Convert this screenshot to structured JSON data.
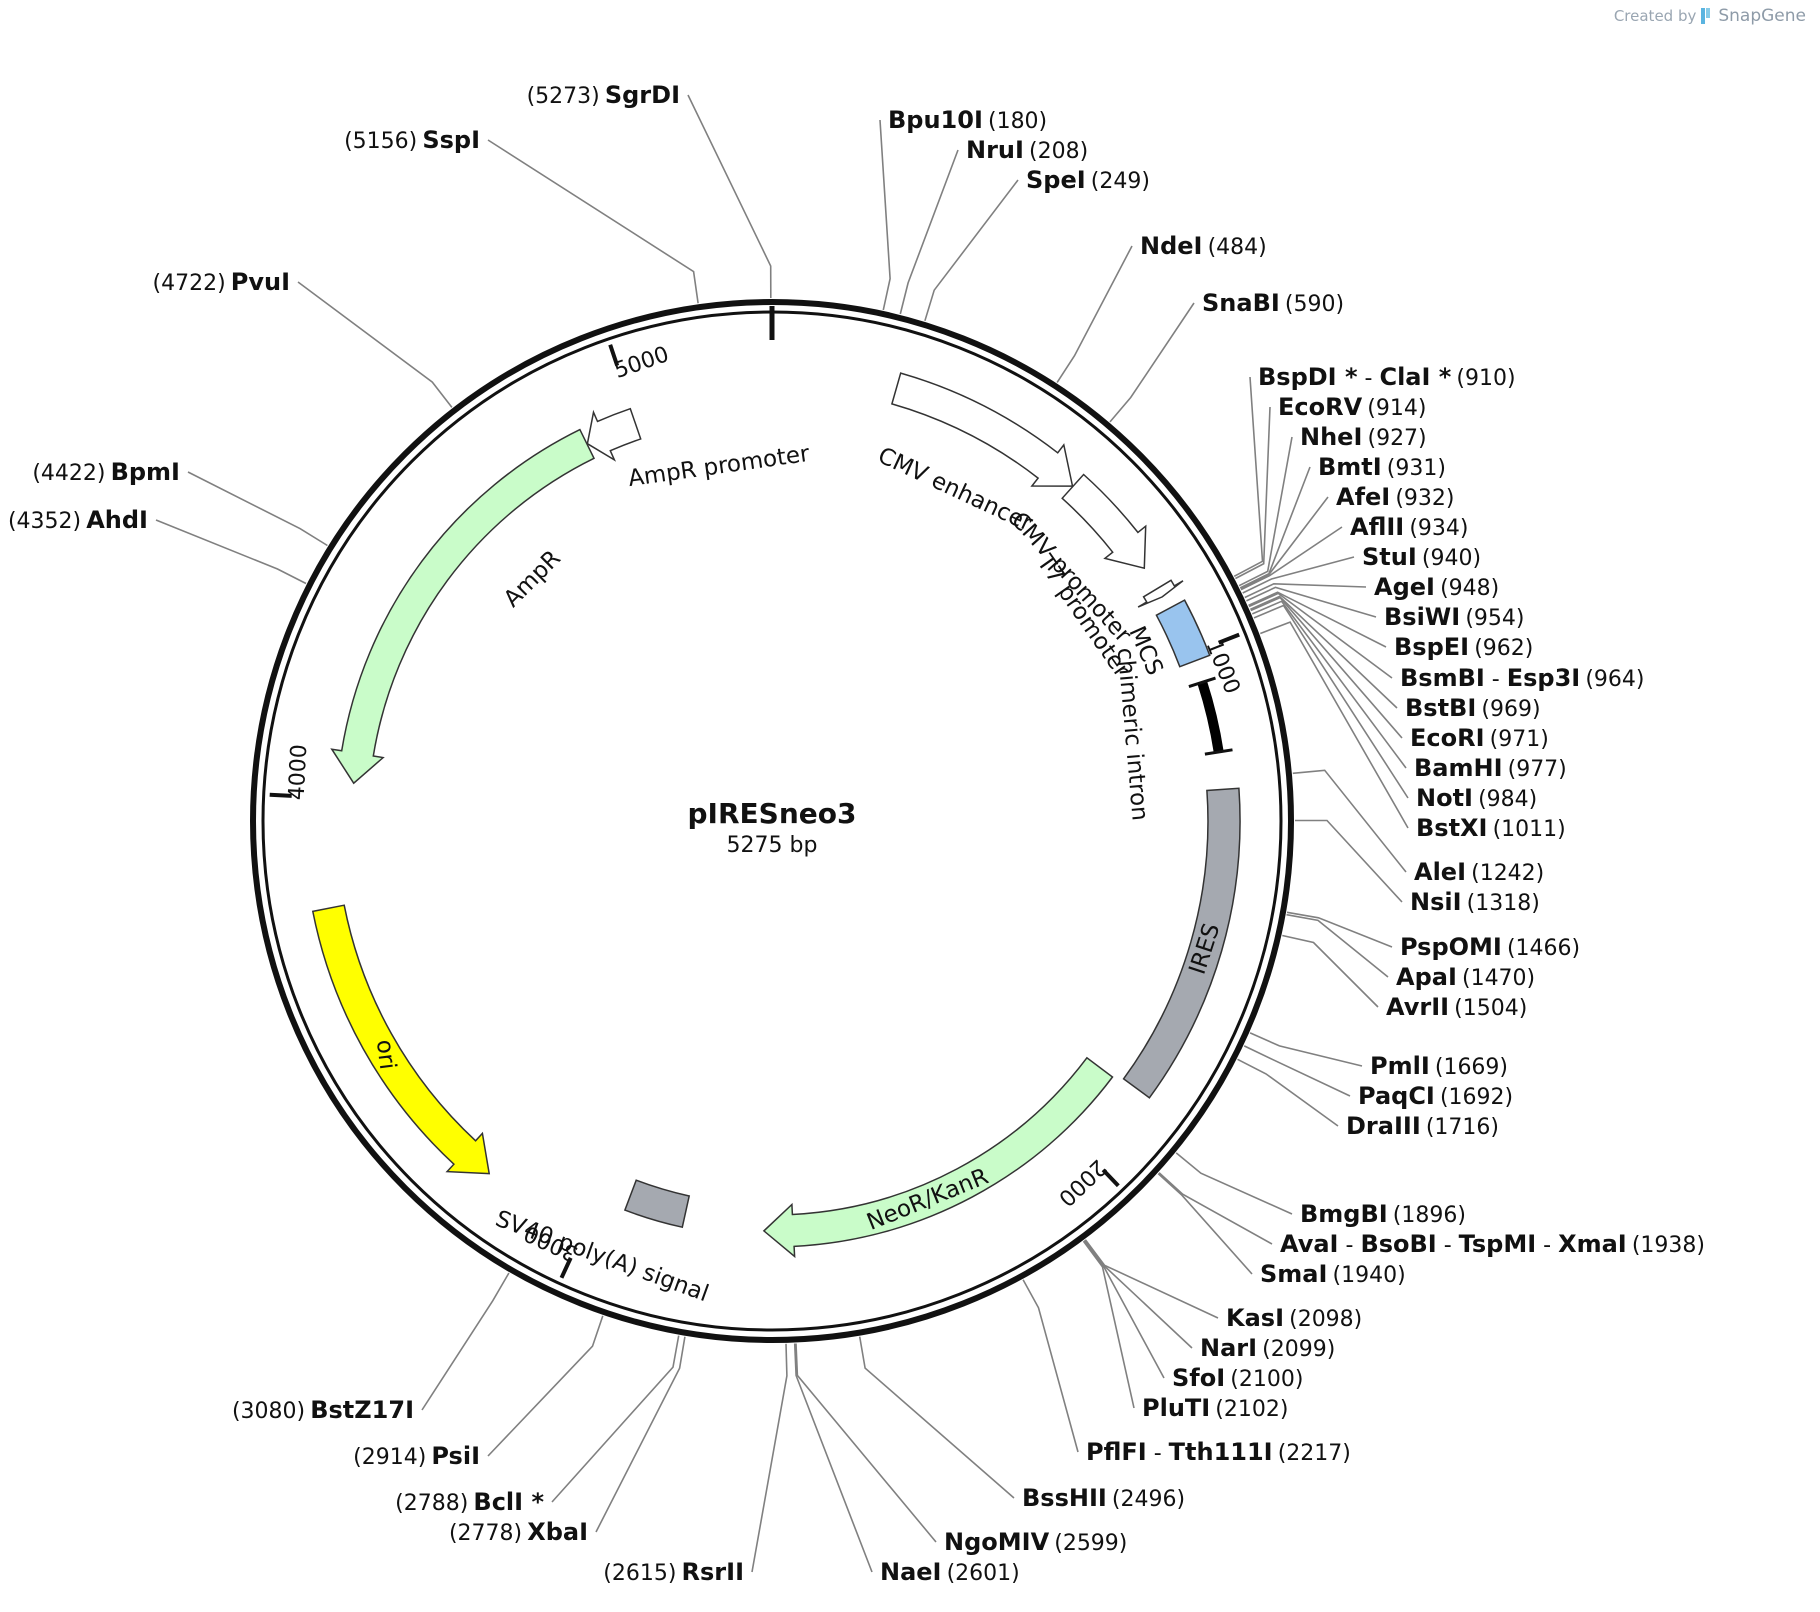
{
  "credit": {
    "prefix": "Created by",
    "brand": "SnapGene"
  },
  "plasmid": {
    "name": "pIRESneo3",
    "size_label": "5275 bp",
    "length": 5275
  },
  "ticks": [
    {
      "pos": 1000,
      "label": "1000"
    },
    {
      "pos": 2000,
      "label": "2000"
    },
    {
      "pos": 3000,
      "label": "3000"
    },
    {
      "pos": 4000,
      "label": "4000"
    },
    {
      "pos": 5000,
      "label": "5000"
    }
  ],
  "features": [
    {
      "id": "cmv-enhancer",
      "label": "CMV enhancer",
      "start": 235,
      "end": 614,
      "dir": "fwd",
      "color": "#ffffff",
      "kind": "arrow"
    },
    {
      "id": "cmv-promoter",
      "label": "CMV promoter",
      "start": 615,
      "end": 818,
      "dir": "fwd",
      "color": "#ffffff",
      "kind": "arrow"
    },
    {
      "id": "t7-promoter",
      "label": "T7 promoter",
      "start": 863,
      "end": 881,
      "dir": "fwd",
      "color": "#ffffff",
      "kind": "arrow"
    },
    {
      "id": "mcs",
      "label": "MCS",
      "start": 906,
      "end": 1015,
      "dir": "none",
      "color": "#99c4ee",
      "kind": "box"
    },
    {
      "id": "chimeric-intron",
      "label": "chimeric intron",
      "start": 1057,
      "end": 1190,
      "dir": "none",
      "color": "#000000",
      "kind": "bar"
    },
    {
      "id": "ires",
      "label": "IRES",
      "start": 1260,
      "end": 1850,
      "dir": "none",
      "color": "#a5a9b0",
      "kind": "box"
    },
    {
      "id": "neor",
      "label": "NeoR/KanR",
      "start": 1860,
      "end": 2654,
      "dir": "fwd",
      "color": "#c9fcc9",
      "kind": "arrow"
    },
    {
      "id": "sv40",
      "label": "SV40 poly(A) signal",
      "start": 2820,
      "end": 2941,
      "dir": "none",
      "color": "#a5a9b0",
      "kind": "box"
    },
    {
      "id": "ori",
      "label": "ori",
      "start": 3205,
      "end": 3793,
      "dir": "rev",
      "color": "#ffff00",
      "kind": "arrow"
    },
    {
      "id": "ampr",
      "label": "AmpR",
      "start": 4032,
      "end": 4892,
      "dir": "rev",
      "color": "#c9fcc9",
      "kind": "arrow"
    },
    {
      "id": "ampr-promoter",
      "label": "AmpR promoter",
      "start": 4893,
      "end": 4997,
      "dir": "rev",
      "color": "#ffffff",
      "kind": "arrow"
    }
  ],
  "sites": [
    {
      "name": "SgrDI",
      "pos": 5273,
      "pos_label": "(5273)",
      "side": "left",
      "color": "#111111"
    },
    {
      "name": "SspI",
      "pos": 5156,
      "pos_label": "(5156)",
      "side": "left",
      "color": "#111111"
    },
    {
      "name": "PvuI",
      "pos": 4722,
      "pos_label": "(4722)",
      "side": "left",
      "color": "#111111"
    },
    {
      "name": "BpmI",
      "pos": 4422,
      "pos_label": "(4422)",
      "side": "left",
      "color": "#111111"
    },
    {
      "name": "AhdI",
      "pos": 4352,
      "pos_label": "(4352)",
      "side": "left",
      "color": "#111111"
    },
    {
      "name": "Bpu10I",
      "pos": 180,
      "pos_label": "(180)",
      "side": "right",
      "color": "#111111"
    },
    {
      "name": "NruI",
      "pos": 208,
      "pos_label": "(208)",
      "side": "right",
      "color": "#111111"
    },
    {
      "name": "SpeI",
      "pos": 249,
      "pos_label": "(249)",
      "side": "right",
      "color": "#111111"
    },
    {
      "name": "NdeI",
      "pos": 484,
      "pos_label": "(484)",
      "side": "right",
      "color": "#111111"
    },
    {
      "name": "SnaBI",
      "pos": 590,
      "pos_label": "(590)",
      "side": "right",
      "color": "#111111"
    },
    {
      "name": "BspDI *",
      "name2": "ClaI *",
      "pos": 910,
      "pos_label": "(910)",
      "side": "right",
      "color": "#8a8a8a"
    },
    {
      "name": "EcoRV",
      "pos": 914,
      "pos_label": "(914)",
      "side": "right",
      "color": "#111111"
    },
    {
      "name": "NheI",
      "pos": 927,
      "pos_label": "(927)",
      "side": "right",
      "color": "#111111"
    },
    {
      "name": "BmtI",
      "pos": 931,
      "pos_label": "(931)",
      "side": "right",
      "color": "#111111"
    },
    {
      "name": "AfeI",
      "pos": 932,
      "pos_label": "(932)",
      "side": "right",
      "color": "#111111"
    },
    {
      "name": "AflII",
      "pos": 934,
      "pos_label": "(934)",
      "side": "right",
      "color": "#111111"
    },
    {
      "name": "StuI",
      "pos": 940,
      "pos_label": "(940)",
      "side": "right",
      "color": "#111111"
    },
    {
      "name": "AgeI",
      "pos": 948,
      "pos_label": "(948)",
      "side": "right",
      "color": "#111111"
    },
    {
      "name": "BsiWI",
      "pos": 954,
      "pos_label": "(954)",
      "side": "right",
      "color": "#111111"
    },
    {
      "name": "BspEI",
      "pos": 962,
      "pos_label": "(962)",
      "side": "right",
      "color": "#111111"
    },
    {
      "name": "BsmBI",
      "name2": "Esp3I",
      "pos": 964,
      "pos_label": "(964)",
      "side": "right",
      "color": "#111111"
    },
    {
      "name": "BstBI",
      "pos": 969,
      "pos_label": "(969)",
      "side": "right",
      "color": "#111111"
    },
    {
      "name": "EcoRI",
      "pos": 971,
      "pos_label": "(971)",
      "side": "right",
      "color": "#111111"
    },
    {
      "name": "BamHI",
      "pos": 977,
      "pos_label": "(977)",
      "side": "right",
      "color": "#111111"
    },
    {
      "name": "NotI",
      "pos": 984,
      "pos_label": "(984)",
      "side": "right",
      "color": "#111111"
    },
    {
      "name": "BstXI",
      "pos": 1011,
      "pos_label": "(1011)",
      "side": "right",
      "color": "#111111"
    },
    {
      "name": "AleI",
      "pos": 1242,
      "pos_label": "(1242)",
      "side": "right",
      "color": "#111111"
    },
    {
      "name": "NsiI",
      "pos": 1318,
      "pos_label": "(1318)",
      "side": "right",
      "color": "#111111"
    },
    {
      "name": "PspOMI",
      "pos": 1466,
      "pos_label": "(1466)",
      "side": "right",
      "color": "#111111"
    },
    {
      "name": "ApaI",
      "pos": 1470,
      "pos_label": "(1470)",
      "side": "right",
      "color": "#111111"
    },
    {
      "name": "AvrII",
      "pos": 1504,
      "pos_label": "(1504)",
      "side": "right",
      "color": "#111111"
    },
    {
      "name": "PmlI",
      "pos": 1669,
      "pos_label": "(1669)",
      "side": "right",
      "color": "#111111"
    },
    {
      "name": "PaqCI",
      "pos": 1692,
      "pos_label": "(1692)",
      "side": "right",
      "color": "#111111"
    },
    {
      "name": "DraIII",
      "pos": 1716,
      "pos_label": "(1716)",
      "side": "right",
      "color": "#111111"
    },
    {
      "name": "BmgBI",
      "pos": 1896,
      "pos_label": "(1896)",
      "side": "right",
      "color": "#111111"
    },
    {
      "name": "AvaI",
      "name2": "BsoBI",
      "name3": "TspMI",
      "name4": "XmaI",
      "pos": 1938,
      "pos_label": "(1938)",
      "side": "right",
      "color": "#111111"
    },
    {
      "name": "SmaI",
      "pos": 1940,
      "pos_label": "(1940)",
      "side": "right",
      "color": "#111111"
    },
    {
      "name": "KasI",
      "pos": 2098,
      "pos_label": "(2098)",
      "side": "right",
      "color": "#111111"
    },
    {
      "name": "NarI",
      "pos": 2099,
      "pos_label": "(2099)",
      "side": "right",
      "color": "#111111"
    },
    {
      "name": "SfoI",
      "pos": 2100,
      "pos_label": "(2100)",
      "side": "right",
      "color": "#111111"
    },
    {
      "name": "PluTI",
      "pos": 2102,
      "pos_label": "(2102)",
      "side": "right",
      "color": "#111111"
    },
    {
      "name": "PflFI",
      "name2": "Tth111I",
      "pos": 2217,
      "pos_label": "(2217)",
      "side": "right",
      "color": "#111111"
    },
    {
      "name": "BssHII",
      "pos": 2496,
      "pos_label": "(2496)",
      "side": "right",
      "color": "#111111"
    },
    {
      "name": "NgoMIV",
      "pos": 2599,
      "pos_label": "(2599)",
      "side": "right",
      "color": "#111111"
    },
    {
      "name": "NaeI",
      "pos": 2601,
      "pos_label": "(2601)",
      "side": "right",
      "color": "#111111"
    },
    {
      "name": "RsrII",
      "pos": 2615,
      "pos_label": "(2615)",
      "side": "left",
      "color": "#111111"
    },
    {
      "name": "XbaI",
      "pos": 2778,
      "pos_label": "(2778)",
      "side": "left",
      "color": "#111111"
    },
    {
      "name": "BclI *",
      "pos": 2788,
      "pos_label": "(2788)",
      "side": "left",
      "color": "#8a8a8a"
    },
    {
      "name": "PsiI",
      "pos": 2914,
      "pos_label": "(2914)",
      "side": "left",
      "color": "#111111"
    },
    {
      "name": "BstZ17I",
      "pos": 3080,
      "pos_label": "(3080)",
      "side": "left",
      "color": "#111111"
    }
  ]
}
